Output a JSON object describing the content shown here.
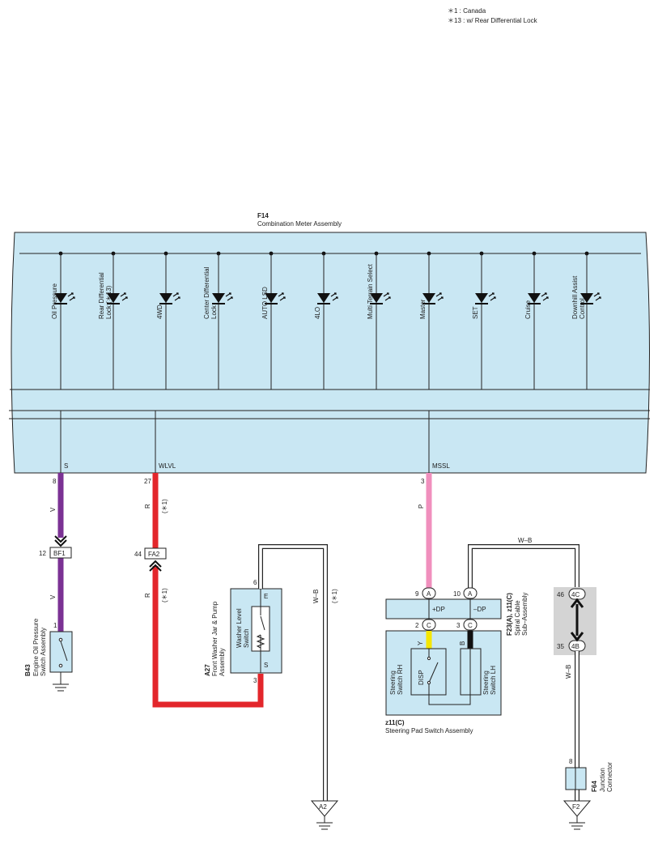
{
  "notes": {
    "note1": "＊1 : Canada",
    "note2": "＊13 : w/ Rear Differential Lock"
  },
  "meter": {
    "code": "F14",
    "name": "Combination Meter Assembly",
    "leds": [
      {
        "l1": "Oil Pressure",
        "l2": ""
      },
      {
        "l1": "Rear Differential",
        "l2": "Lock (＊13)"
      },
      {
        "l1": "4WD",
        "l2": ""
      },
      {
        "l1": "Center Differential",
        "l2": "Lock"
      },
      {
        "l1": "AUTO LSD",
        "l2": ""
      },
      {
        "l1": "4LO",
        "l2": ""
      },
      {
        "l1": "Multi Terrain Select",
        "l2": ""
      },
      {
        "l1": "Master",
        "l2": ""
      },
      {
        "l1": "SET",
        "l2": ""
      },
      {
        "l1": "Cruise",
        "l2": ""
      },
      {
        "l1": "Downhill Assist",
        "l2": "Control"
      }
    ],
    "terminals": {
      "s": "S",
      "wlvl": "WLVL",
      "mssl": "MSSL"
    },
    "pins": {
      "s": "8",
      "wlvl": "27",
      "mssl": "3"
    }
  },
  "wires": {
    "v": "V",
    "r": "R",
    "p": "P",
    "wb": "W–B",
    "y": "Y",
    "bk": "B",
    "star1": "(＊1)"
  },
  "connectors": {
    "bf1": {
      "name": "BF1",
      "pin": "12"
    },
    "fa2": {
      "name": "FA2",
      "pin": "44"
    }
  },
  "oil_switch": {
    "code": "B43",
    "line1": "Engine Oil Pressure",
    "line2": "Switch Assembly",
    "pin": "1"
  },
  "washer": {
    "code": "A27",
    "line1": "Front Washer Jar & Pump",
    "line2": "Assembly",
    "inner1": "Washer Level",
    "inner2": "Switch",
    "term_e": "E",
    "term_s": "S",
    "pin_e": "6",
    "pin_s": "3"
  },
  "spiral": {
    "code": "F23(A), z11(C)",
    "line1": "Spiral Cable",
    "line2": "Sub–Assembly",
    "dp_plus": "+DP",
    "dp_minus": "–DP",
    "pin9": "9",
    "pin10": "10",
    "pin2": "2",
    "pin3": "3",
    "badge_a": "A",
    "badge_c": "C"
  },
  "steering_pad": {
    "code": "z11(C)",
    "name": "Steering Pad Switch Assembly",
    "rh1": "Steering",
    "rh2": "Switch RH",
    "lh1": "Steering",
    "lh2": "Switch LH",
    "disp": "DISP"
  },
  "junction": {
    "code": "F64",
    "line1": "Junction",
    "line2": "Connector",
    "pin_top": "46",
    "pin_bottom": "35",
    "badge_top": "4C",
    "badge_bottom": "4B",
    "pin": "8"
  },
  "grounds": {
    "a2": "A2",
    "f2": "F2"
  },
  "colors": {
    "panel": "#c9e7f3",
    "violet": "#7b3294",
    "red": "#e3262b",
    "pink": "#f08fbd",
    "yellow": "#f5e600",
    "black": "#111111",
    "jc_band": "#d4d4d4"
  }
}
